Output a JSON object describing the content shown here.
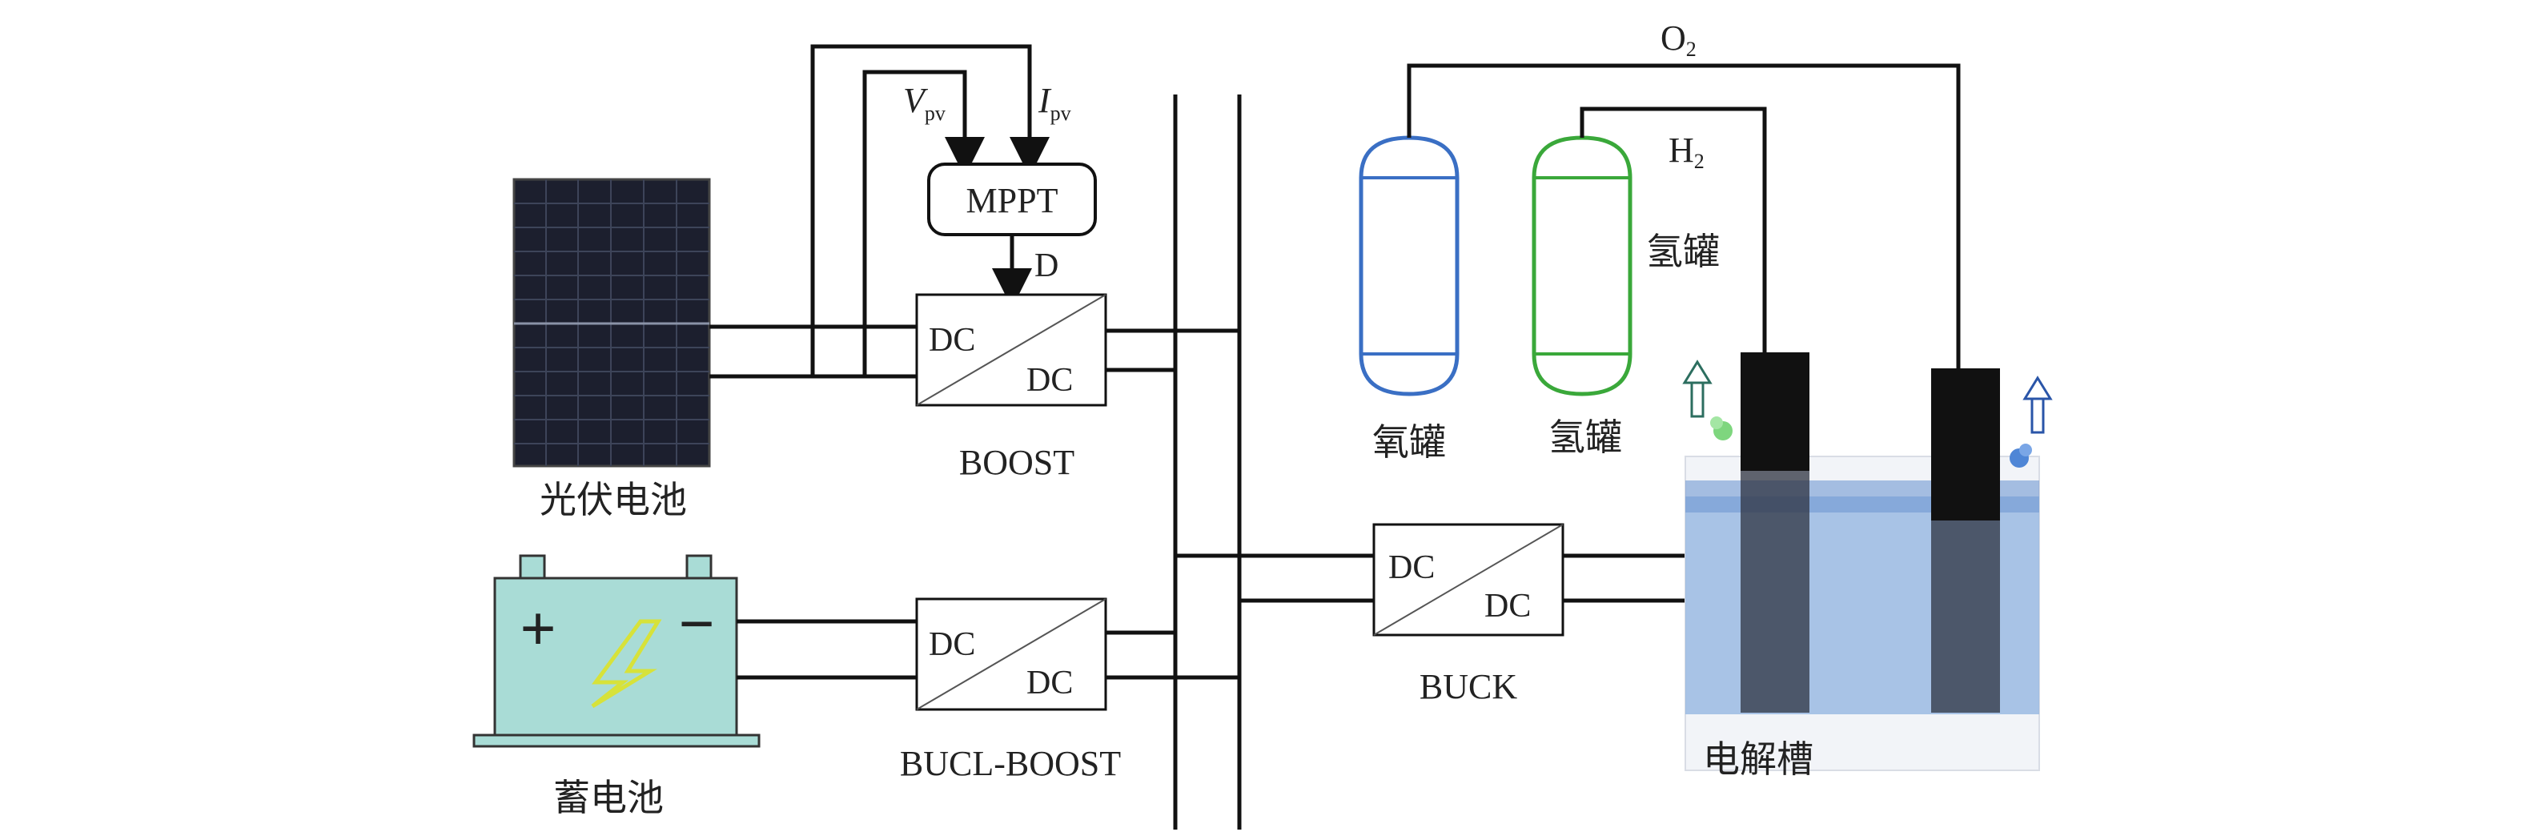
{
  "labels": {
    "pv_label": "光伏电池",
    "mppt": "MPPT",
    "v_pv_main": "V",
    "v_pv_sub": "pv",
    "i_pv_main": "I",
    "i_pv_sub": "pv",
    "duty": "D",
    "boost_in": "DC",
    "boost_out": "DC",
    "boost_label": "BOOST",
    "battery_label": "蓄电池",
    "battery_plus": "+",
    "battery_minus": "−",
    "bidir_in": "DC",
    "bidir_out": "DC",
    "bidir_label": "BUCL-BOOST",
    "buck_in": "DC",
    "buck_out": "DC",
    "buck_label": "BUCK",
    "o2_main": "O",
    "o2_sub": "2",
    "h2_main": "H",
    "h2_sub": "2",
    "o2_tank_label": "氧罐",
    "h2_tank_label": "氢罐",
    "h2_side_label": "氢罐",
    "electrolyzer_label": "电解槽"
  },
  "colors": {
    "o2_tank": "#3a6fc4",
    "h2_tank": "#3aa83a",
    "battery_fill": "#a9dcd6",
    "water": "#8fb3e0",
    "pv_panel": "#1c1f2e"
  }
}
